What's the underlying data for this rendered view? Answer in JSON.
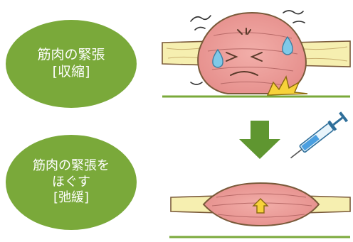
{
  "top_label": {
    "line1": "筋肉の緊張",
    "line2": "[収縮]"
  },
  "bottom_label": {
    "line1": "筋肉の緊張を",
    "line2": "ほぐす",
    "line3": "[弛緩]"
  },
  "colors": {
    "bubble": "#7aa93a",
    "muscle": "#e89a96",
    "tendon": "#f6efb0",
    "arrow": "#5f9630",
    "ground": "#7aa93a",
    "pain_burst": "#f7d23a",
    "sweat_drop": "#7fc9e8",
    "syringe_liquid": "#4a9fe0"
  },
  "icons": [
    "down-arrow-icon",
    "syringe-icon",
    "up-arrow-icon",
    "pain-burst-icon",
    "sweat-drop-icon"
  ]
}
